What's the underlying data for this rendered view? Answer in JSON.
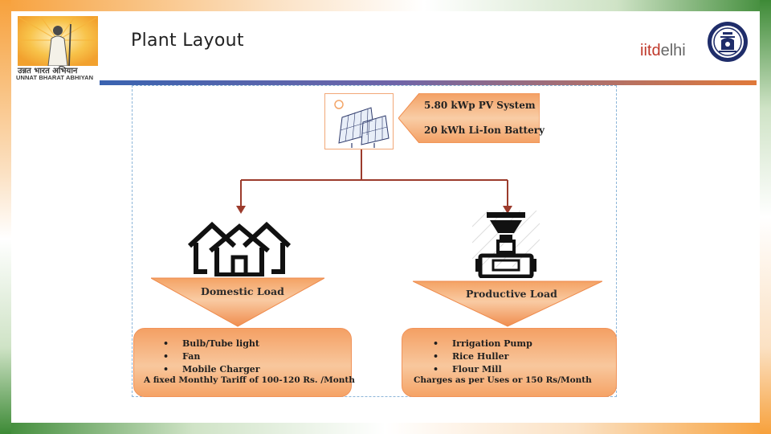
{
  "header": {
    "title": "Plant Layout",
    "brand_left": "UNNAT BHARAT ABHIYAN",
    "brand_hindi": "उन्नत भारत अभियान",
    "brand_right_part1": "iitd",
    "brand_right_part2": "elhi"
  },
  "source": {
    "pv_system": "5.80 kWp PV System",
    "battery": "20 kWh Li-Ion Battery"
  },
  "domestic": {
    "label": "Domestic Load",
    "items": [
      "Bulb/Tube light",
      "Fan",
      "Mobile Charger"
    ],
    "bullet": "•",
    "note": "A fixed Monthly Tariff of 100-120 Rs. /Month"
  },
  "productive": {
    "label": "Productive Load",
    "items": [
      "Irrigation Pump",
      "Rice Huller",
      "Flour Mill"
    ],
    "bullet": "•",
    "note": "Charges as per Uses or 150 Rs/Month"
  },
  "colors": {
    "connector": "#9c3b2c",
    "arrow_fill": "#f2a25e",
    "card_fill": "#f8c79d",
    "accent_red": "#c0392b"
  },
  "icons": {
    "logo": "gandhi-logo-icon",
    "seal": "iit-delhi-seal-icon",
    "panel": "solar-panel-icon",
    "houses": "houses-icon",
    "machine": "flour-mill-icon"
  }
}
